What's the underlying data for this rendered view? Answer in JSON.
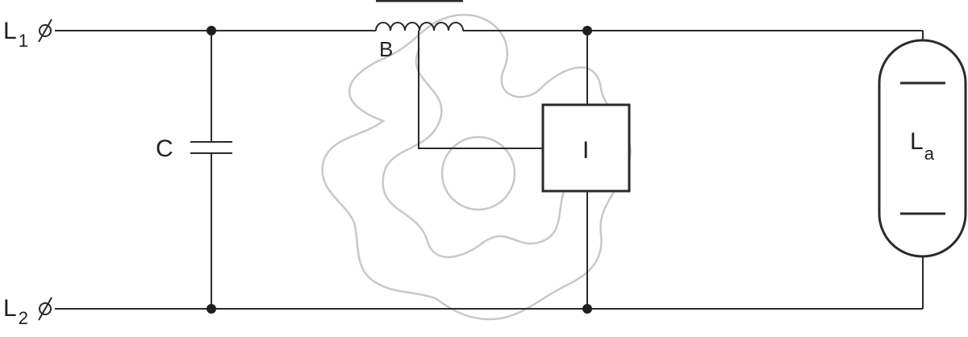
{
  "terminals": {
    "line1": {
      "letter": "L",
      "subscript": "1"
    },
    "line2": {
      "letter": "L",
      "subscript": "2"
    }
  },
  "components": {
    "capacitor": {
      "label": "C"
    },
    "ballast": {
      "label": "B"
    },
    "igniter": {
      "label": "I"
    },
    "lamp": {
      "letter": "L",
      "subscript": "a"
    }
  },
  "colors": {
    "wire": "#2a2a2a",
    "overlay": "#c8c8c8"
  }
}
